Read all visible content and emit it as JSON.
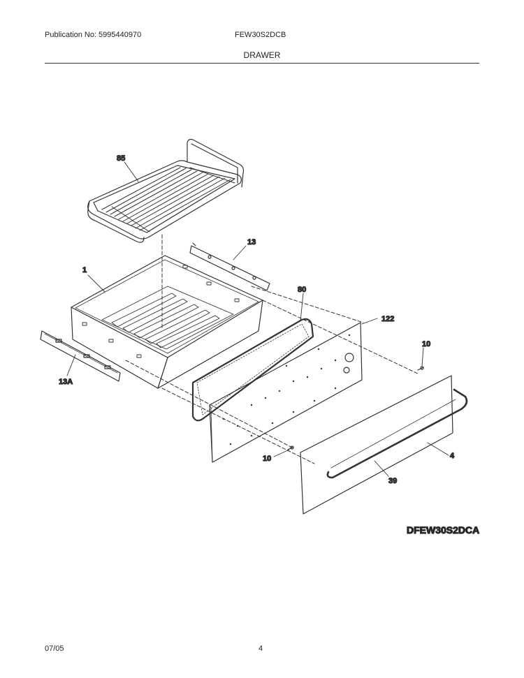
{
  "header": {
    "publication": "Publication No: 5995440970",
    "model": "FEW30S2DCB",
    "section": "DRAWER"
  },
  "diagram": {
    "callouts": {
      "p85": "85",
      "p13": "13",
      "p1": "1",
      "p80": "80",
      "p122": "122",
      "p10a": "10",
      "p13a": "13A",
      "p10b": "10",
      "p4": "4",
      "p39": "39"
    },
    "figure_id": "DFEW30S2DCA"
  },
  "footer": {
    "date": "07/05",
    "page": "4"
  }
}
